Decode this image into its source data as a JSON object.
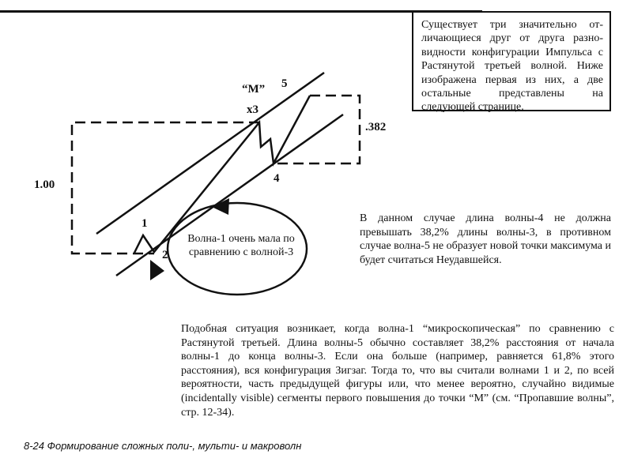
{
  "note_box": {
    "text": "Существует три значительно от­личающиеся друг от друга разно­видности конфигурации Им­пульса с Растянутой третьей вол­ной. Ниже изображена первая из них, а две остальные представле­ны на следующей странице."
  },
  "diagram": {
    "label_m": "“М”",
    "label_5": "5",
    "label_x3": "x3",
    "label_382": ".382",
    "label_100": "1.00",
    "label_4": "4",
    "label_1": "1",
    "label_2": "2",
    "oval_text": "Волна-1 очень мала по сравнению с волной-3"
  },
  "side_text": "В данном случае длина волны-4 не должна превышать 38,2% длины волны-3, в против­ном случае волна-5 не образует новой точки максимума и будет считаться Неудавшейся.",
  "body_text": "Подобная ситуация возникает, когда волна-1 “микроскопическая” по сравне­нию с Растянутой третьей. Длина волны-5 обычно составляет 38,2% расстоя­ния от начала волны-1 до конца волны-3. Если она больше (например, равня­ется 61,8% этого расстояния), вся конфигурация Зигзаг. Тогда то, что вы счи­тали волнами 1 и 2, по всей вероятности, часть предыдущей фигуры или, что менее вероятно, случайно видимые (incidentally visible) сегменты первого по­вышения до точки “М” (см. “Пропавшие волны”, стр. 12-34).",
  "footer": "8-24 Формирование сложных поли-, мульти- и макроволн"
}
